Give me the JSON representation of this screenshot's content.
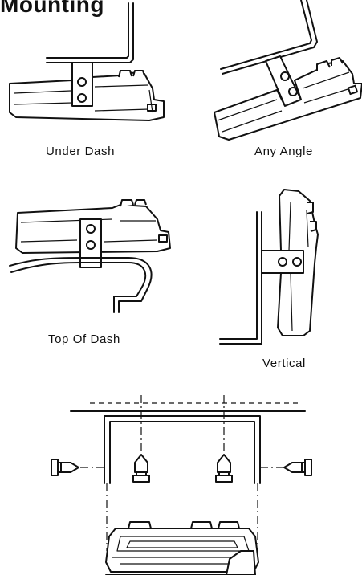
{
  "heading": "Mounting",
  "captions": {
    "under_dash": "Under Dash",
    "any_angle": "Any Angle",
    "top_of_dash": "Top Of Dash",
    "vertical": "Vertical"
  }
}
